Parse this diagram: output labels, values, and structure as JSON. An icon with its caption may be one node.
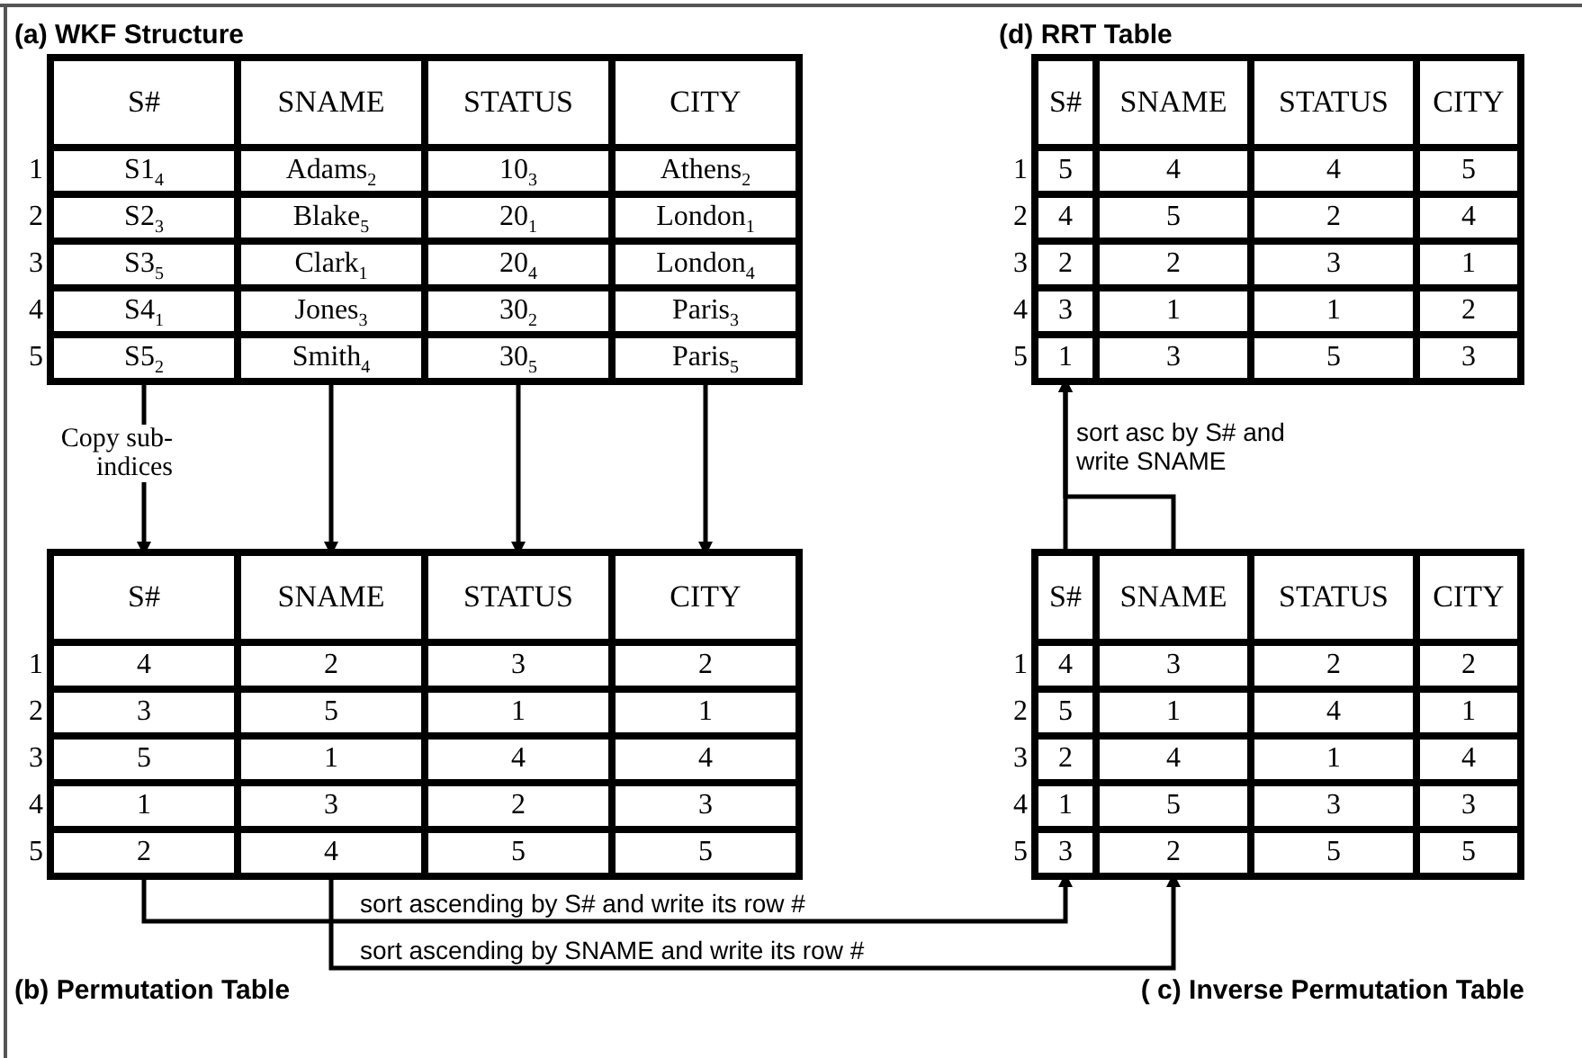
{
  "diagram": {
    "nodes": [
      {
        "text": [
          "(a) WKF Structure"
        ],
        "beside": [
          "1",
          "2",
          "3",
          "4",
          "5"
        ]
      },
      {
        "text": [
          "S#",
          "S1$_{4}$",
          "S2$_{3}$",
          "S3$_{5}$",
          "S4$_{1}$",
          "S5$_{2}$"
        ],
        "in": 0
      },
      {
        "text": [
          "SNAME",
          "Adams$_{2}$",
          "Blake$_{5}$",
          "Clark$_{1}$",
          "Jones$_{3}$",
          "Smith$_{4}$"
        ],
        "in": 0
      },
      {
        "text": [
          "STATUS",
          "10$_{3}$",
          "20$_{1}$",
          "20$_{4}$",
          "30$_{2}$",
          "30$_{5}$"
        ],
        "in": 0
      },
      {
        "text": [
          "CITY",
          "Athens$_{2}$",
          "London$_{1}$",
          "London$_{4}$",
          "Paris$_{3}$",
          "Paris$_{5}$"
        ],
        "in": 0
      },
      {
        "text": [
          "(d) RRT Table"
        ],
        "beside": [
          "1",
          "2",
          "3",
          "4",
          "5"
        ]
      },
      {
        "text": [
          "S#",
          "5",
          "4",
          "2",
          "3",
          "1"
        ],
        "in": 5
      },
      {
        "text": [
          "SNAME",
          "4",
          "5",
          "2",
          "1",
          "3"
        ],
        "in": 5
      },
      {
        "text": [
          "STATUS",
          "4",
          "2",
          "3",
          "1",
          "5"
        ],
        "in": 5
      },
      {
        "text": [
          "CITY",
          "5",
          "4",
          "1",
          "2",
          "3"
        ],
        "in": 5
      },
      {
        "text": [
          "(b) Permutation Table"
        ],
        "beside": [
          "1",
          "2",
          "3",
          "4",
          "5"
        ]
      },
      {
        "text": [
          "S#",
          "4",
          "3",
          "5",
          "1",
          "2"
        ],
        "in": 10
      },
      {
        "text": [
          "SNAME",
          "2",
          "5",
          "1",
          "3",
          "4"
        ],
        "in": 10
      },
      {
        "text": [
          "STATUS",
          "3",
          "1",
          "4",
          "2",
          "5"
        ],
        "in": 10
      },
      {
        "text": [
          "CITY",
          "2",
          "1",
          "4",
          "3",
          "5"
        ],
        "in": 10
      },
      {
        "text": [
          "( c) Inverse Permutation Table"
        ],
        "beside": [
          "1",
          "2",
          "3",
          "4",
          "5"
        ]
      },
      {
        "text": [
          "S#",
          "4",
          "5",
          "2",
          "1",
          "3"
        ],
        "in": 15
      },
      {
        "text": [
          "SNAME",
          "3",
          "1",
          "4",
          "5",
          "2"
        ],
        "in": 15
      },
      {
        "text": [
          "STATUS",
          "2",
          "4",
          "1",
          "3",
          "5"
        ],
        "in": 15
      },
      {
        "text": [
          "CITY",
          "2",
          "1",
          "4",
          "3",
          "5"
        ],
        "in": 15
      }
    ],
    "edges": [
      {
        "from": 1,
        "to": 11,
        "arrow": "to",
        "label": "Copy sub-indices"
      },
      {
        "from": 2,
        "to": 12,
        "arrow": "to"
      },
      {
        "from": 3,
        "to": 13,
        "arrow": "to"
      },
      {
        "from": 4,
        "to": 14,
        "arrow": "to"
      },
      {
        "from": 11,
        "to": 16,
        "arrow": "to",
        "label": "sort ascending by S# and write its row #"
      },
      {
        "from": 12,
        "to": 17,
        "arrow": "to",
        "label": "sort ascending by SNAME and write its row #"
      },
      {
        "from": 16,
        "to": 6,
        "arrow": "to",
        "label": "sort asc by S# and write SNAME"
      },
      {
        "from": 17,
        "to": 6,
        "arrow": "to"
      }
    ]
  }
}
